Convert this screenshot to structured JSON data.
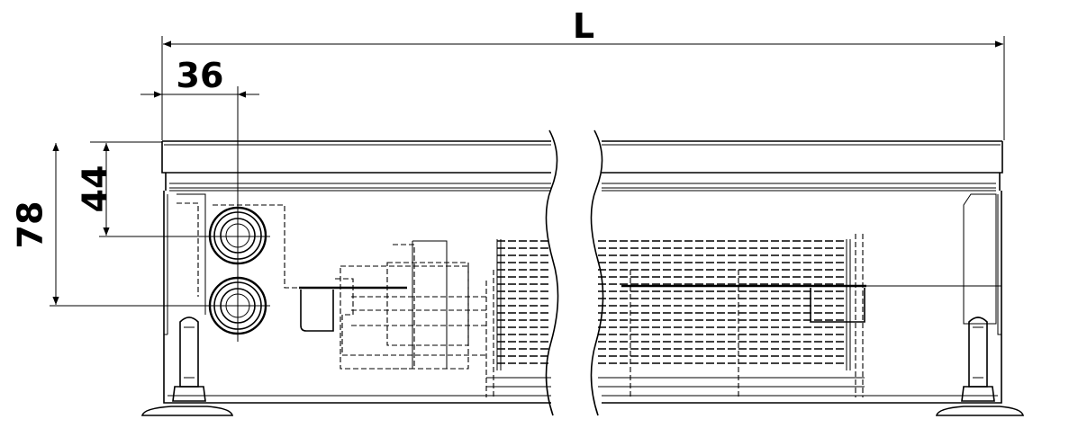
{
  "dimensions": {
    "length_label": "L",
    "pipe_offset_label": "36",
    "upper_height_label": "44",
    "lower_height_label": "78"
  },
  "colors": {
    "line": "#000000",
    "background": "#ffffff"
  }
}
